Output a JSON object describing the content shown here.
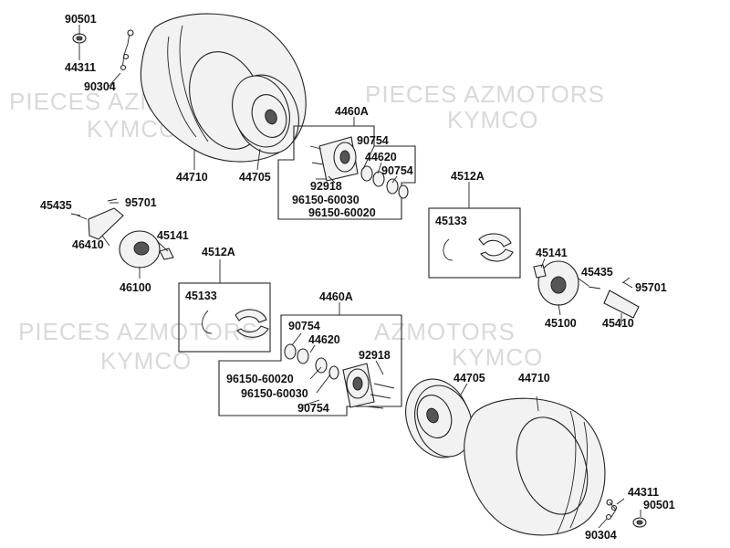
{
  "diagram": {
    "watermarks": [
      "PIECES AZMOTORS",
      "KYMCO",
      "PIECES AZMOTORS",
      "KYMCO",
      "PIECES AZMOTORS",
      "KYMCO",
      "AZMOTORS",
      "KYMCO"
    ],
    "labels": {
      "p90501_top": "90501",
      "p44311_top": "44311",
      "p90304_top": "90304",
      "p44710_top": "44710",
      "p44705_top": "44705",
      "p4460A_top": "4460A",
      "p90754_top1": "90754",
      "p44620_top": "44620",
      "p90754_top2": "90754",
      "p92918_top": "92918",
      "p96150_60030_top": "96150-60030",
      "p96150_60020_top": "96150-60020",
      "p4512A_right": "4512A",
      "p45133_right": "45133",
      "p45435_left": "45435",
      "p95701_left": "95701",
      "p46410": "46410",
      "p45141_left": "45141",
      "p46100": "46100",
      "p4512A_left": "4512A",
      "p45133_left": "45133",
      "p45141_right": "45141",
      "p45435_right": "45435",
      "p95701_right": "95701",
      "p45100": "45100",
      "p45410": "45410",
      "p4460A_bottom": "4460A",
      "p90754_bot1": "90754",
      "p44620_bot": "44620",
      "p92918_bot": "92918",
      "p96150_60020_bot": "96150-60020",
      "p96150_60030_bot": "96150-60030",
      "p90754_bot2": "90754",
      "p44705_bot": "44705",
      "p44710_bot": "44710",
      "p44311_bot": "44311",
      "p90501_bot": "90501",
      "p90304_bot": "90304"
    }
  }
}
